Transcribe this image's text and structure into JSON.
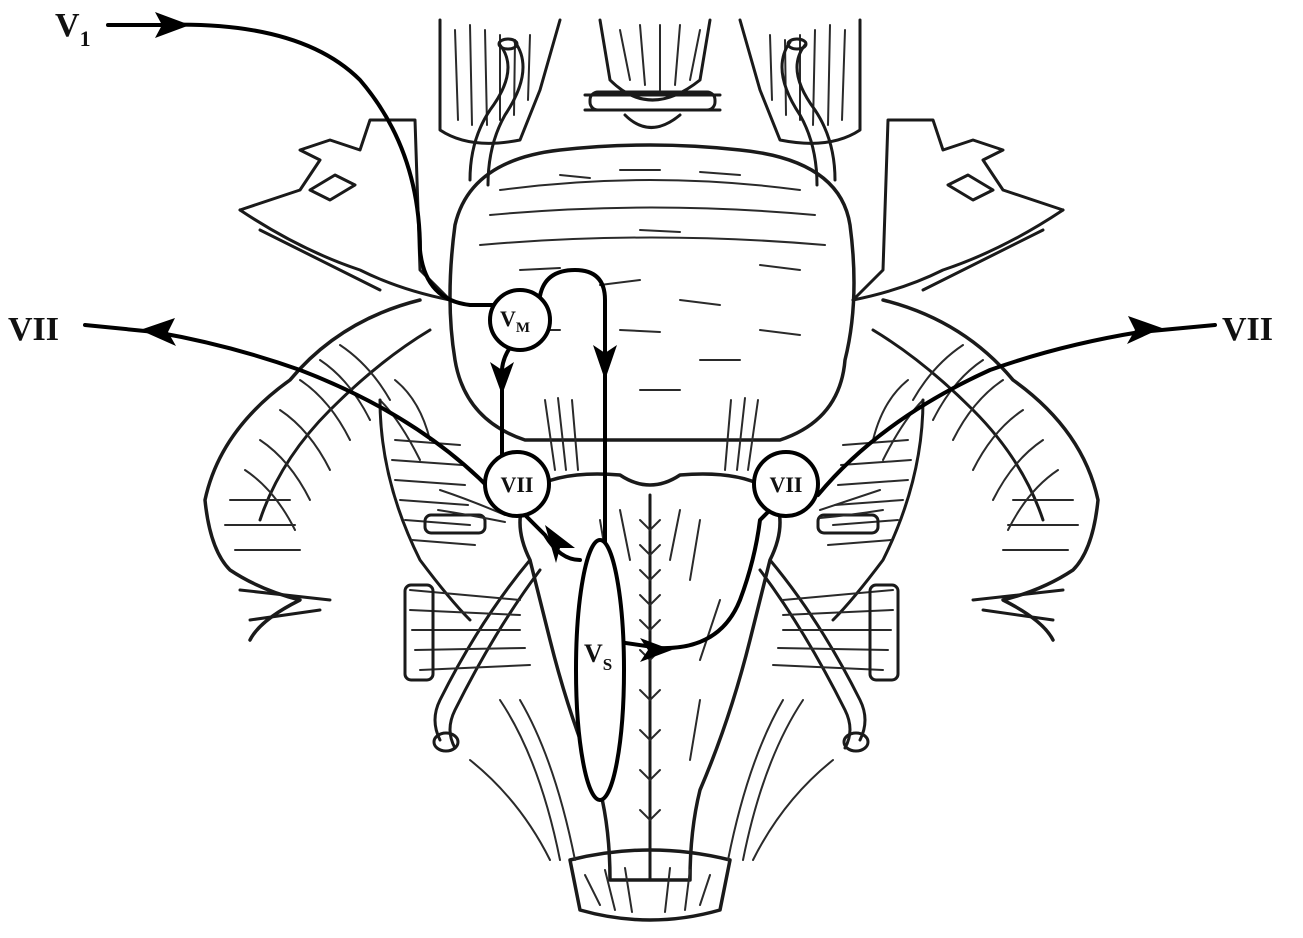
{
  "labels": {
    "v1_main": "V",
    "v1_sub": "1",
    "vii_left": "VII",
    "vii_right": "VII",
    "vm_main": "V",
    "vm_sub": "M",
    "vii_nucleus_left": "VII",
    "vii_nucleus_right": "VII",
    "vs_main": "V",
    "vs_sub": "S"
  }
}
